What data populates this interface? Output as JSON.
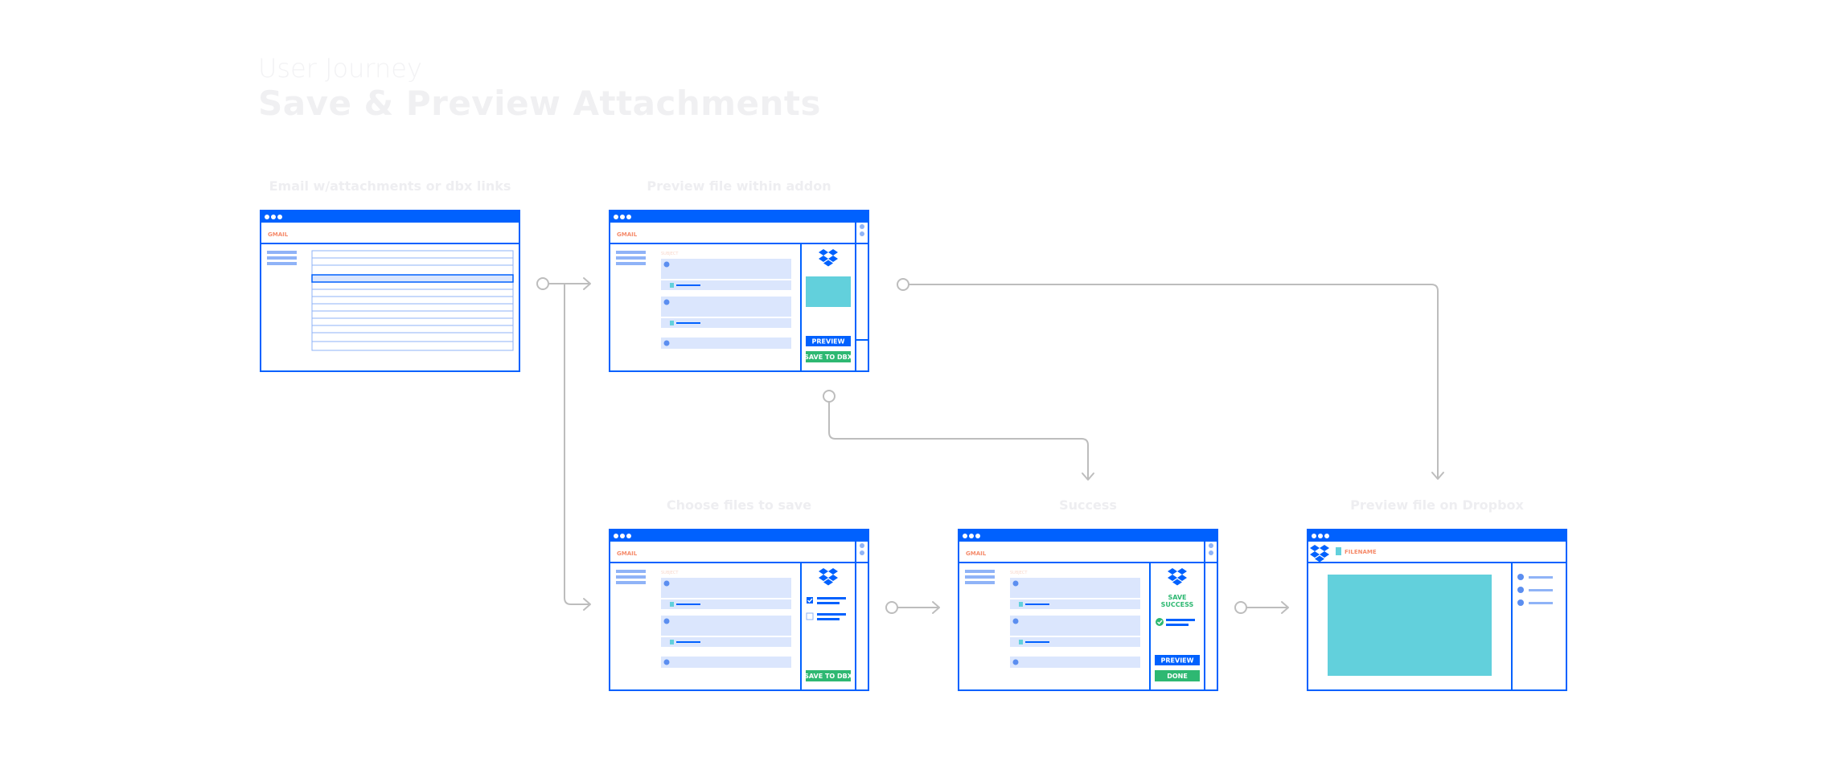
{
  "header": {
    "kicker": "User Journey",
    "title": "Save & Preview Attachments"
  },
  "steps": {
    "email": {
      "label": "Email w/attachments or dbx links"
    },
    "preview_addon": {
      "label": "Preview file within addon"
    },
    "choose": {
      "label": "Choose files to save"
    },
    "success": {
      "label": "Success"
    },
    "preview_dropbox": {
      "label": "Preview file on Dropbox"
    }
  },
  "window": {
    "app_label": "GMAIL",
    "subject_label": "SUBJECT"
  },
  "buttons": {
    "preview": "PREVIEW",
    "save_to_dbx": "SAVE TO DBX",
    "done": "DONE"
  },
  "success_panel": {
    "line1": "SAVE",
    "line2": "SUCCESS"
  },
  "dropbox_view": {
    "filename": "FILENAME"
  },
  "colors": {
    "brand_blue": "#0061fe",
    "light_blue": "#dbe6fd",
    "mid_blue": "#8fb3f7",
    "teal": "#62d0dc",
    "green": "#2eb872",
    "connector_gray": "#bdbdbd",
    "gmail_orange": "#f58b6b"
  },
  "icons": [
    "window-dots-icon",
    "dropbox-logo-icon",
    "checkbox-checked-icon",
    "checkbox-empty-icon",
    "success-check-icon",
    "file-icon",
    "arrow-right-icon",
    "arrow-down-icon"
  ]
}
